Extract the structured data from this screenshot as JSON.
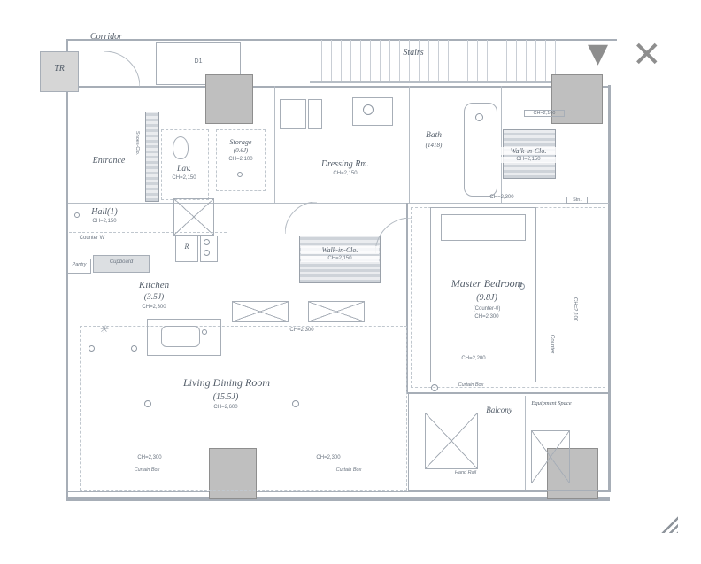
{
  "ui": {
    "collapse_icon": "▼",
    "close_icon": "✕",
    "icon_color": "#8e8e8e"
  },
  "plan": {
    "corridor": "Corridor",
    "stairs": "Stairs",
    "tr": "TR",
    "d1": "D1",
    "entrance": "Entrance",
    "hall": {
      "name": "Hall(1)",
      "ch": "CH=2,150"
    },
    "lav": {
      "name": "Lav.",
      "ch": "CH=2,150"
    },
    "storage": {
      "name": "Storage",
      "size": "(0.6J)",
      "ch": "CH=2,100"
    },
    "dressing": {
      "name": "Dressing Rm.",
      "ch": "CH=2,150"
    },
    "bath": {
      "name": "Bath",
      "size": "(1418)"
    },
    "wic_right": {
      "name": "Walk-in-Clo.",
      "ch": "CH=2,150"
    },
    "wic_center": {
      "name": "Walk-in-Clo.",
      "ch": "CH=2,150"
    },
    "kitchen": {
      "name": "Kitchen",
      "size": "(3.5J)",
      "ch": "CH=2,300"
    },
    "master": {
      "name": "Master Bedroom",
      "size": "(9.8J)",
      "counter": "(Counter-0)",
      "ch": "CH=2,300"
    },
    "living": {
      "name": "Living Dining Room",
      "size": "(15.5J)",
      "ch": "CH=2,600"
    },
    "balcony": "Balcony",
    "equipment": "Equipment Space",
    "pantry": "Pantry",
    "cupboard": "Cupboard",
    "counter_w": "Counter W",
    "counter_right": "Counter",
    "fridge": "R",
    "hand_rail": "Hand Rail",
    "curtain_box": "Curtain Box",
    "stn": "Stn.",
    "shoes": "Shoes-Clo.",
    "ann": {
      "ch2300": "CH=2,300",
      "ch2200": "CH=2,200",
      "ch2100": "CH=2,100"
    }
  }
}
